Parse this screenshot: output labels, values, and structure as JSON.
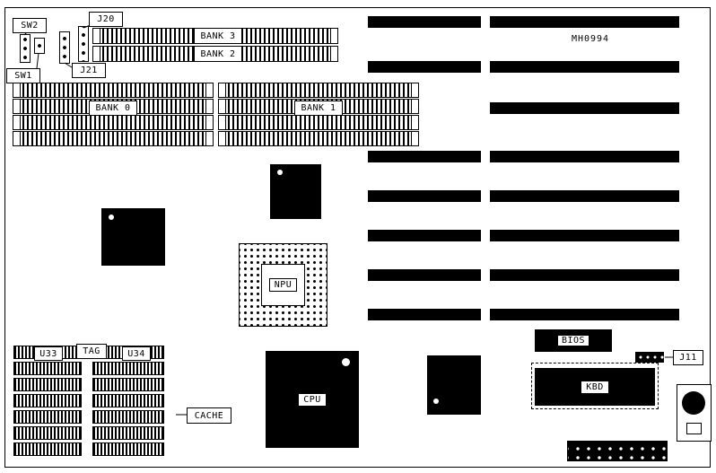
{
  "diagram": {
    "part_number": "MH0994",
    "connectors": {
      "sw2": "SW2",
      "j20": "J20",
      "sw1": "SW1",
      "j21": "J21",
      "j11": "J11"
    },
    "memory": {
      "bank3": "BANK 3",
      "bank2": "BANK 2",
      "bank0": "BANK 0",
      "bank1": "BANK 1"
    },
    "chips": {
      "npu": "NPU",
      "cpu": "CPU",
      "bios": "BIOS",
      "kbd": "KBD"
    },
    "cache": {
      "u33": "U33",
      "tag": "TAG",
      "u34": "U34",
      "label": "CACHE"
    }
  }
}
